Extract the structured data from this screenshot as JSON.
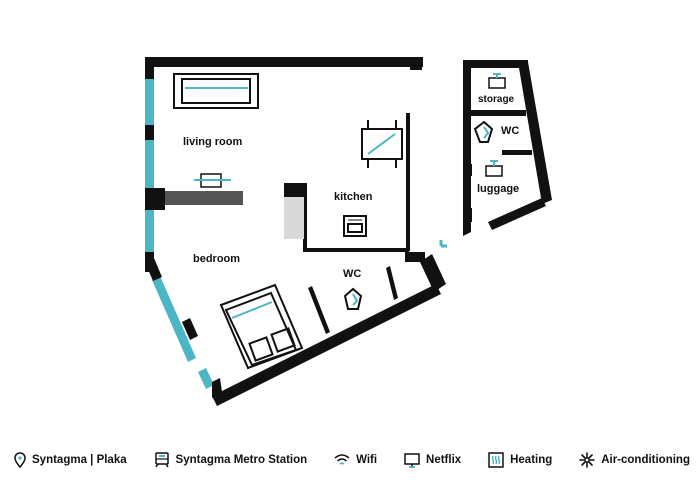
{
  "rooms": {
    "living_room": "living room",
    "kitchen": "kitchen",
    "bedroom": "bedroom",
    "wc_main": "WC",
    "storage": "storage",
    "wc_annex": "WC",
    "luggage": "luggage"
  },
  "legend": [
    {
      "icon": "location-pin-icon",
      "label": "Syntagma | Plaka"
    },
    {
      "icon": "metro-icon",
      "label": "Syntagma Metro Station"
    },
    {
      "icon": "wifi-icon",
      "label": "Wifi"
    },
    {
      "icon": "tv-icon",
      "label": "Netflix"
    },
    {
      "icon": "heating-icon",
      "label": "Heating"
    },
    {
      "icon": "snowflake-icon",
      "label": "Air-conditioning"
    }
  ],
  "colors": {
    "wall": "#111111",
    "window": "#4db6c4",
    "column": "#555555",
    "column_light": "#d9d9d9"
  }
}
